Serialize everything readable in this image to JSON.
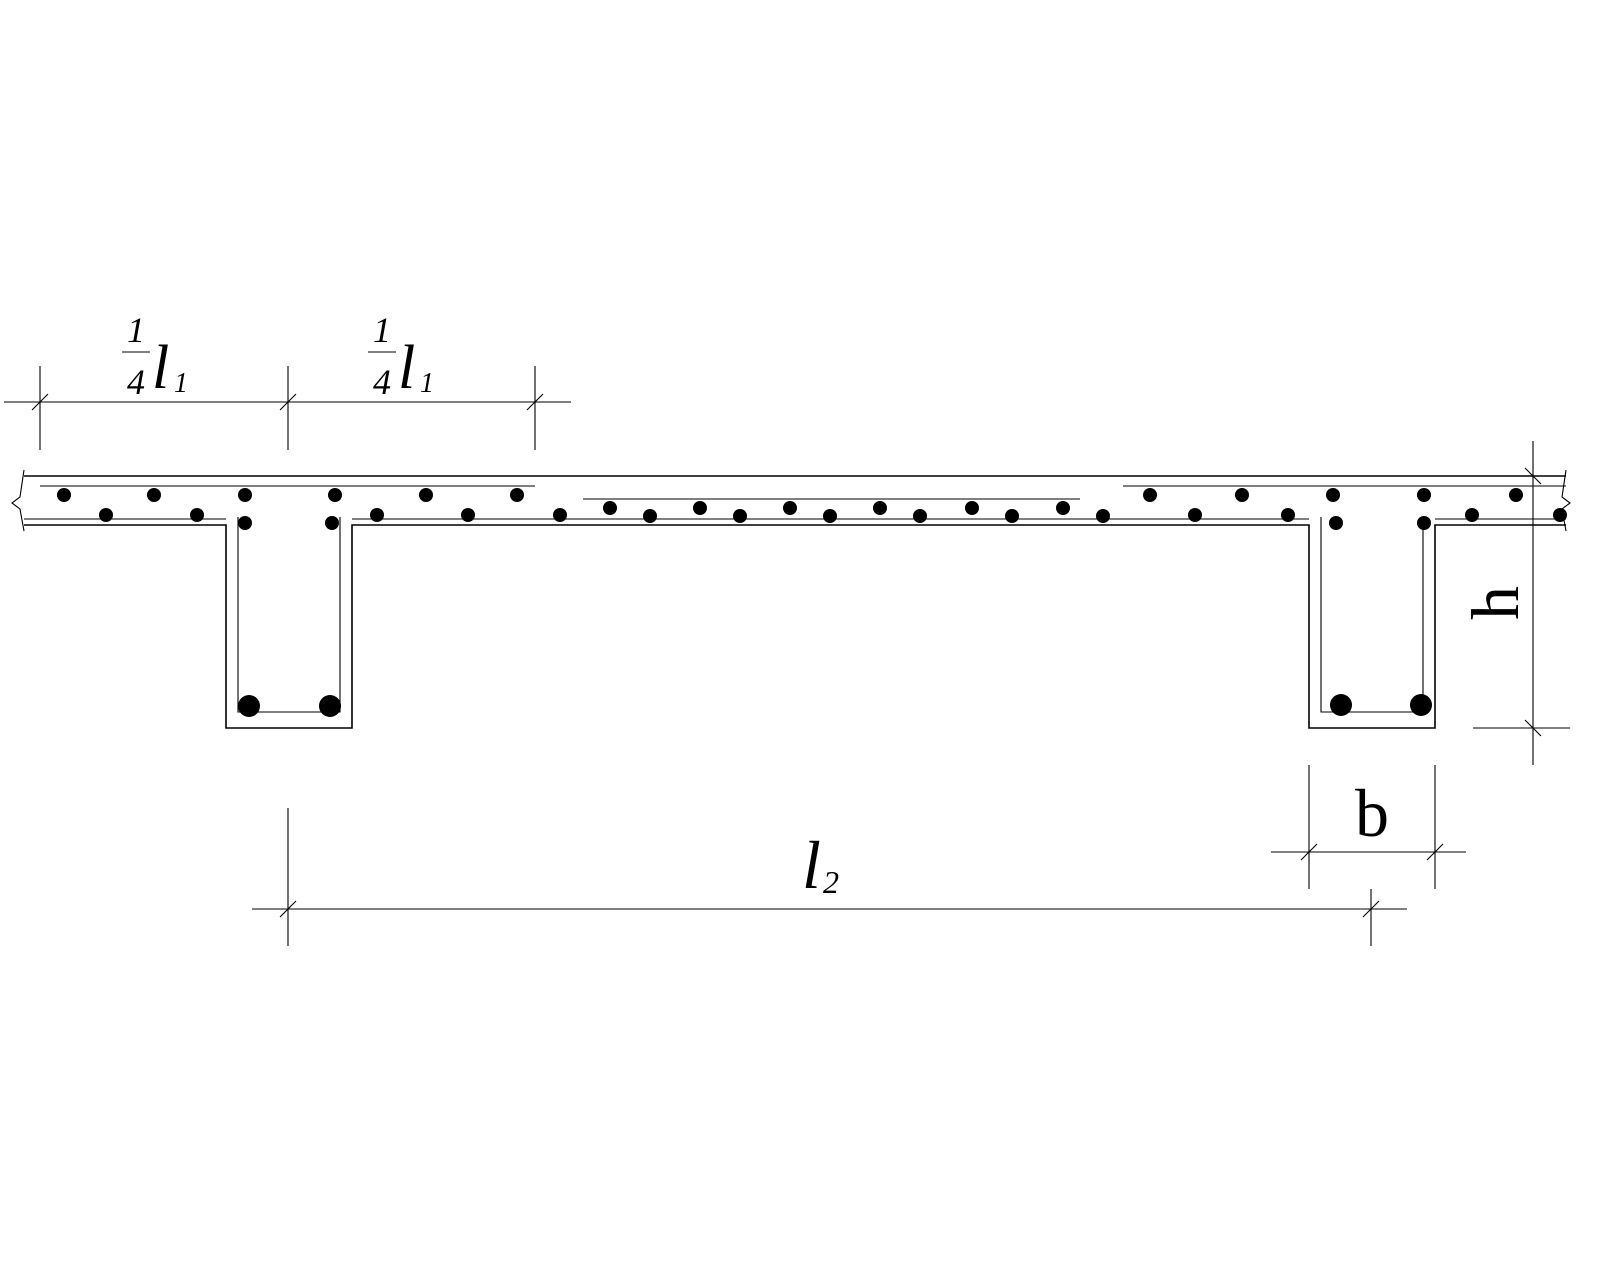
{
  "dimensions": {
    "quarter_span_left": {
      "numerator": "1",
      "denominator": "4",
      "symbol": "l",
      "subscript": "1"
    },
    "quarter_span_right": {
      "numerator": "1",
      "denominator": "4",
      "symbol": "l",
      "subscript": "1"
    },
    "beam_spacing": {
      "symbol": "l",
      "subscript": "2"
    },
    "beam_width": {
      "symbol": "b"
    },
    "beam_height": {
      "symbol": "h"
    }
  },
  "colors": {
    "ink": "#000000",
    "background": "#ffffff"
  }
}
